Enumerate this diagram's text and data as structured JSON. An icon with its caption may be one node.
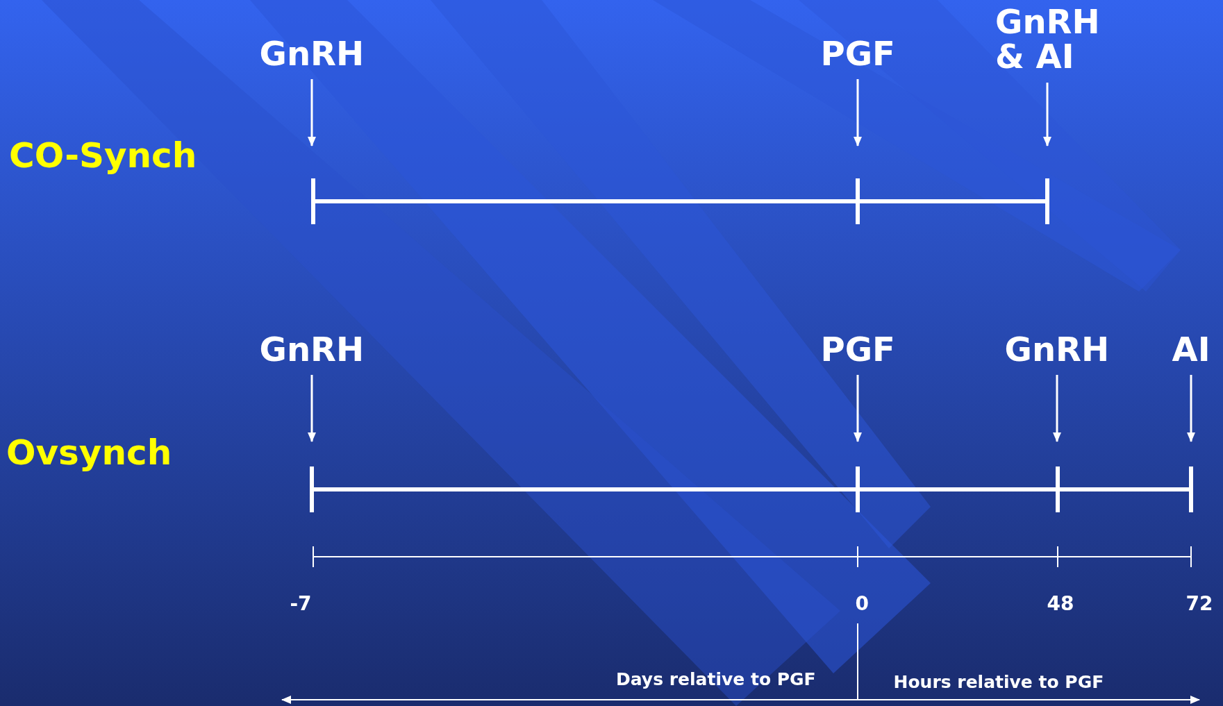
{
  "diagram": {
    "nodes": [
      {
        "text": [
          "GnRH"
        ]
      },
      {
        "text": [
          "PGF"
        ]
      },
      {
        "text": [
          "GnRH & AI"
        ]
      },
      {
        "text": [
          "GnRH"
        ]
      },
      {
        "text": [
          "PGF"
        ]
      },
      {
        "text": [
          "GnRH"
        ]
      },
      {
        "text": [
          "AI"
        ]
      }
    ],
    "edges": [
      {
        "from": 0,
        "to": null,
        "arrow": "to"
      },
      {
        "from": 1,
        "to": null,
        "arrow": "to"
      },
      {
        "from": 2,
        "to": null,
        "arrow": "to"
      },
      {
        "from": 3,
        "to": null,
        "arrow": "to"
      },
      {
        "from": 4,
        "to": null,
        "arrow": "to"
      },
      {
        "from": 5,
        "to": null,
        "arrow": "to"
      },
      {
        "from": 6,
        "to": null,
        "arrow": "to"
      }
    ],
    "labels": [
      "CO-Synch",
      "Ovsynch",
      "-7",
      "0",
      "48",
      "72",
      "Days relative to PGF",
      "Hours relative to PGF"
    ]
  }
}
